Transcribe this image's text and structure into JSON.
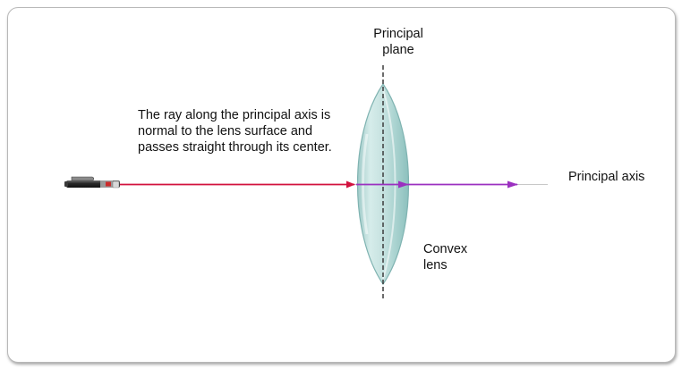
{
  "diagram": {
    "label_principal_plane": [
      "Principal",
      "plane"
    ],
    "label_principal_axis": "Principal axis",
    "label_convex_lens": [
      "Convex",
      "lens"
    ],
    "description": [
      "The ray along the principal axis is",
      "normal to the lens surface and",
      "passes straight through its center."
    ]
  },
  "colors": {
    "incident_ray": "#d2123e",
    "refracted_ray": "#9b30c0",
    "lens_fill": "#bfdedd",
    "lens_edge": "#7fb3b1",
    "axis_line": "#c8c8c8",
    "plane_dash": "#3c3c3c"
  },
  "icons": [
    "laser-pointer-icon",
    "convex-lens-icon",
    "arrowhead-icon"
  ]
}
